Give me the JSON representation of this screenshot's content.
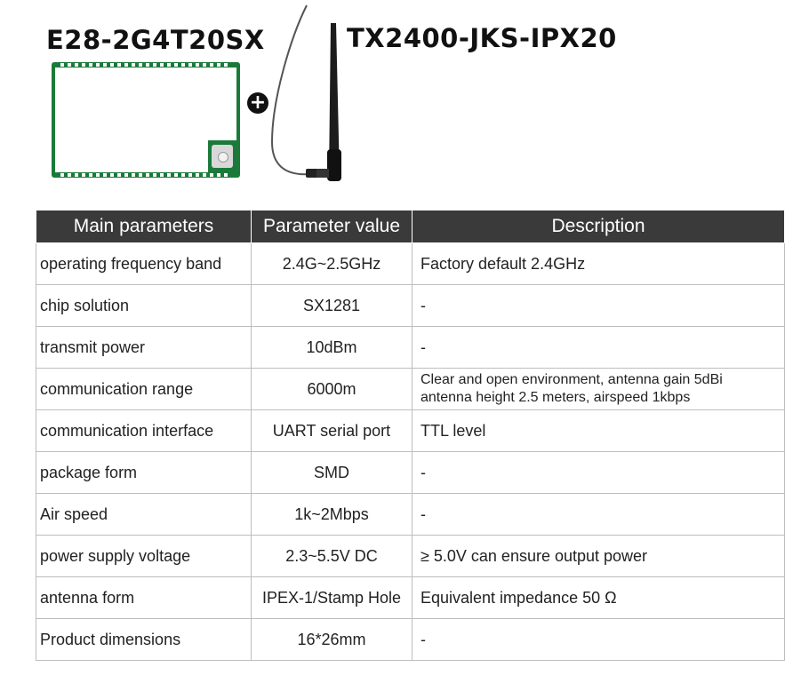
{
  "header": {
    "module_title": "E28-2G4T20SX",
    "antenna_title": "TX2400-JKS-IPX20",
    "plus_symbol": "+"
  },
  "table": {
    "headers": [
      "Main parameters",
      "Parameter value",
      "Description"
    ],
    "rows": [
      {
        "param": "operating frequency band",
        "value": "2.4G~2.5GHz",
        "desc": "Factory default 2.4GHz"
      },
      {
        "param": "chip solution",
        "value": "SX1281",
        "desc": "-"
      },
      {
        "param": "transmit power",
        "value": "10dBm",
        "desc": "-"
      },
      {
        "param": "communication range",
        "value": "6000m",
        "desc_lines": [
          "Clear and open environment, antenna gain 5dBi",
          "antenna height 2.5 meters, airspeed 1kbps"
        ]
      },
      {
        "param": "communication interface",
        "value": "UART serial port",
        "desc": "TTL level"
      },
      {
        "param": "package form",
        "value": "SMD",
        "desc": "-"
      },
      {
        "param": "Air speed",
        "value": "1k~2Mbps",
        "desc": "-"
      },
      {
        "param": "power supply voltage",
        "value": "2.3~5.5V DC",
        "desc": "≥ 5.0V can ensure output power"
      },
      {
        "param": "antenna form",
        "value": "IPEX-1/Stamp Hole",
        "desc": "Equivalent impedance 50 Ω"
      },
      {
        "param": "Product dimensions",
        "value": "16*26mm",
        "desc": "-"
      }
    ]
  },
  "colors": {
    "header_bg": "#3a3a3a",
    "pcb_green": "#1b7a3a",
    "border": "#bdbdbd"
  }
}
